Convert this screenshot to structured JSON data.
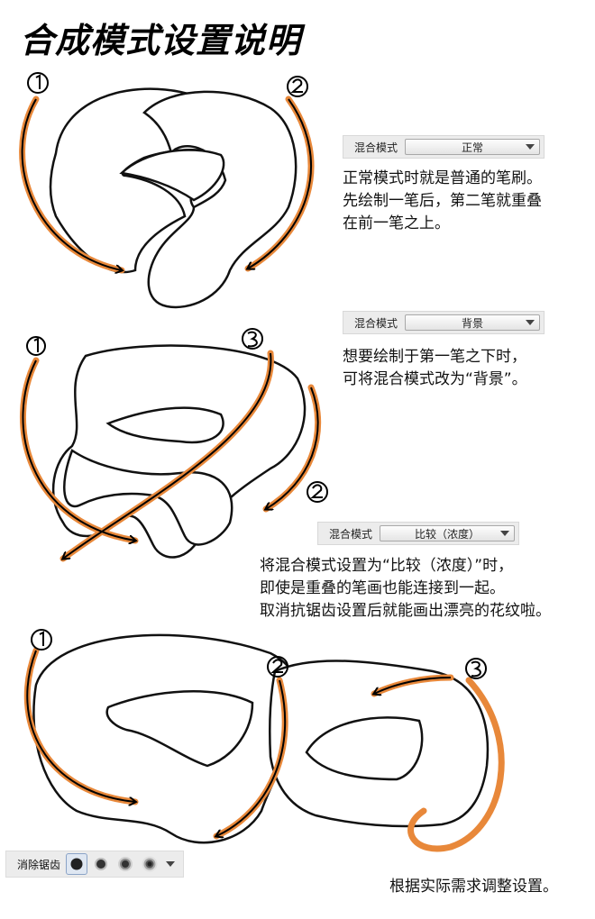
{
  "title": "合成模式设置说明",
  "sections": [
    {
      "blend_label": "混合模式",
      "blend_value": "正常",
      "lines": [
        "正常模式时就是普通的笔刷。",
        "先绘制一笔后，第二笔就重叠",
        "在前一笔之上。"
      ]
    },
    {
      "blend_label": "混合模式",
      "blend_value": "背景",
      "lines": [
        "想要绘制于第一笔之下时，",
        "可将混合模式改为“背景”。"
      ]
    },
    {
      "blend_label": "混合模式",
      "blend_value": "比较（浓度）",
      "lines": [
        "将混合模式设置为“比较（浓度）”时，",
        "即使是重叠的笔画也能连接到一起。",
        "取消抗锯齿设置后就能画出漂亮的花纹啦。"
      ]
    }
  ],
  "antialias": {
    "label": "消除锯齿",
    "options": [
      "none-icon",
      "weak-icon",
      "medium-icon",
      "strong-icon"
    ],
    "selected_index": 0
  },
  "footer_note": "根据实际需求调整设置。",
  "colors": {
    "arrow": "#e8883a",
    "stroke": "#000000"
  }
}
